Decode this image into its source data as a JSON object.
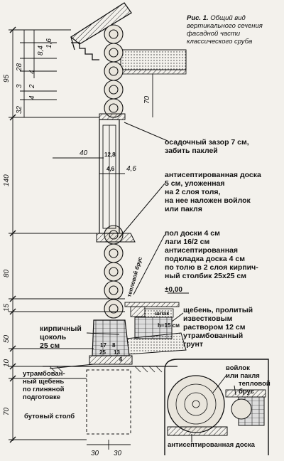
{
  "caption": {
    "fig_no": "Рис. 1.",
    "text": "Общий вид вертикального сечения фасадной части классического сруба"
  },
  "labels": {
    "gap": [
      "осадочный зазор 7 см,",
      "забить паклей"
    ],
    "board": [
      "антисептированная доска",
      "5 см, уложенная",
      "на 2 слоя толя,",
      "на нее наложен войлок",
      "или пакля"
    ],
    "floor": [
      "пол доски 4 см",
      "лаги 16/2 см",
      "антисептированная",
      "подкладка доска 4 см",
      "по толю в 2 слоя кирпич-",
      "ный столбик 25x25 см"
    ],
    "gravel": [
      "щебень, пролитый",
      "известковым",
      "раствором 12 см",
      "утрамбованный",
      "грунт"
    ],
    "plinth": [
      "кирпичный",
      "цоколь",
      "25 см"
    ],
    "rammed": [
      "утрамбован-",
      "ный щебень",
      "по глиняной",
      "подготовке"
    ],
    "pillar": "бутовый столб",
    "thermal_beam": "тепловой брус",
    "slag": "шлак",
    "h15": "h=15 см",
    "level": "±0,00",
    "felt": [
      "войлок",
      "или пакля"
    ],
    "detail_beam": [
      "тепловой",
      "брус"
    ],
    "detail_board": "антисептированная доска"
  },
  "dims": {
    "left_outer": [
      "95",
      "140",
      "80",
      "15",
      "50",
      "10",
      "70"
    ],
    "left_inner": [
      "1,6",
      "8,4",
      "28",
      "3",
      "32"
    ],
    "left_small": [
      "4",
      "2",
      "4"
    ],
    "window_70": "70",
    "width_40": "40",
    "d_12_8": "12,8",
    "d_4_6a": "4,6",
    "d_4_6b": "4,6",
    "bottom_30a": "30",
    "bottom_30b": "30",
    "plinth_17": "17",
    "plinth_8": "8",
    "plinth_25": "25",
    "plinth_13": "13",
    "plinth_6": "6"
  }
}
